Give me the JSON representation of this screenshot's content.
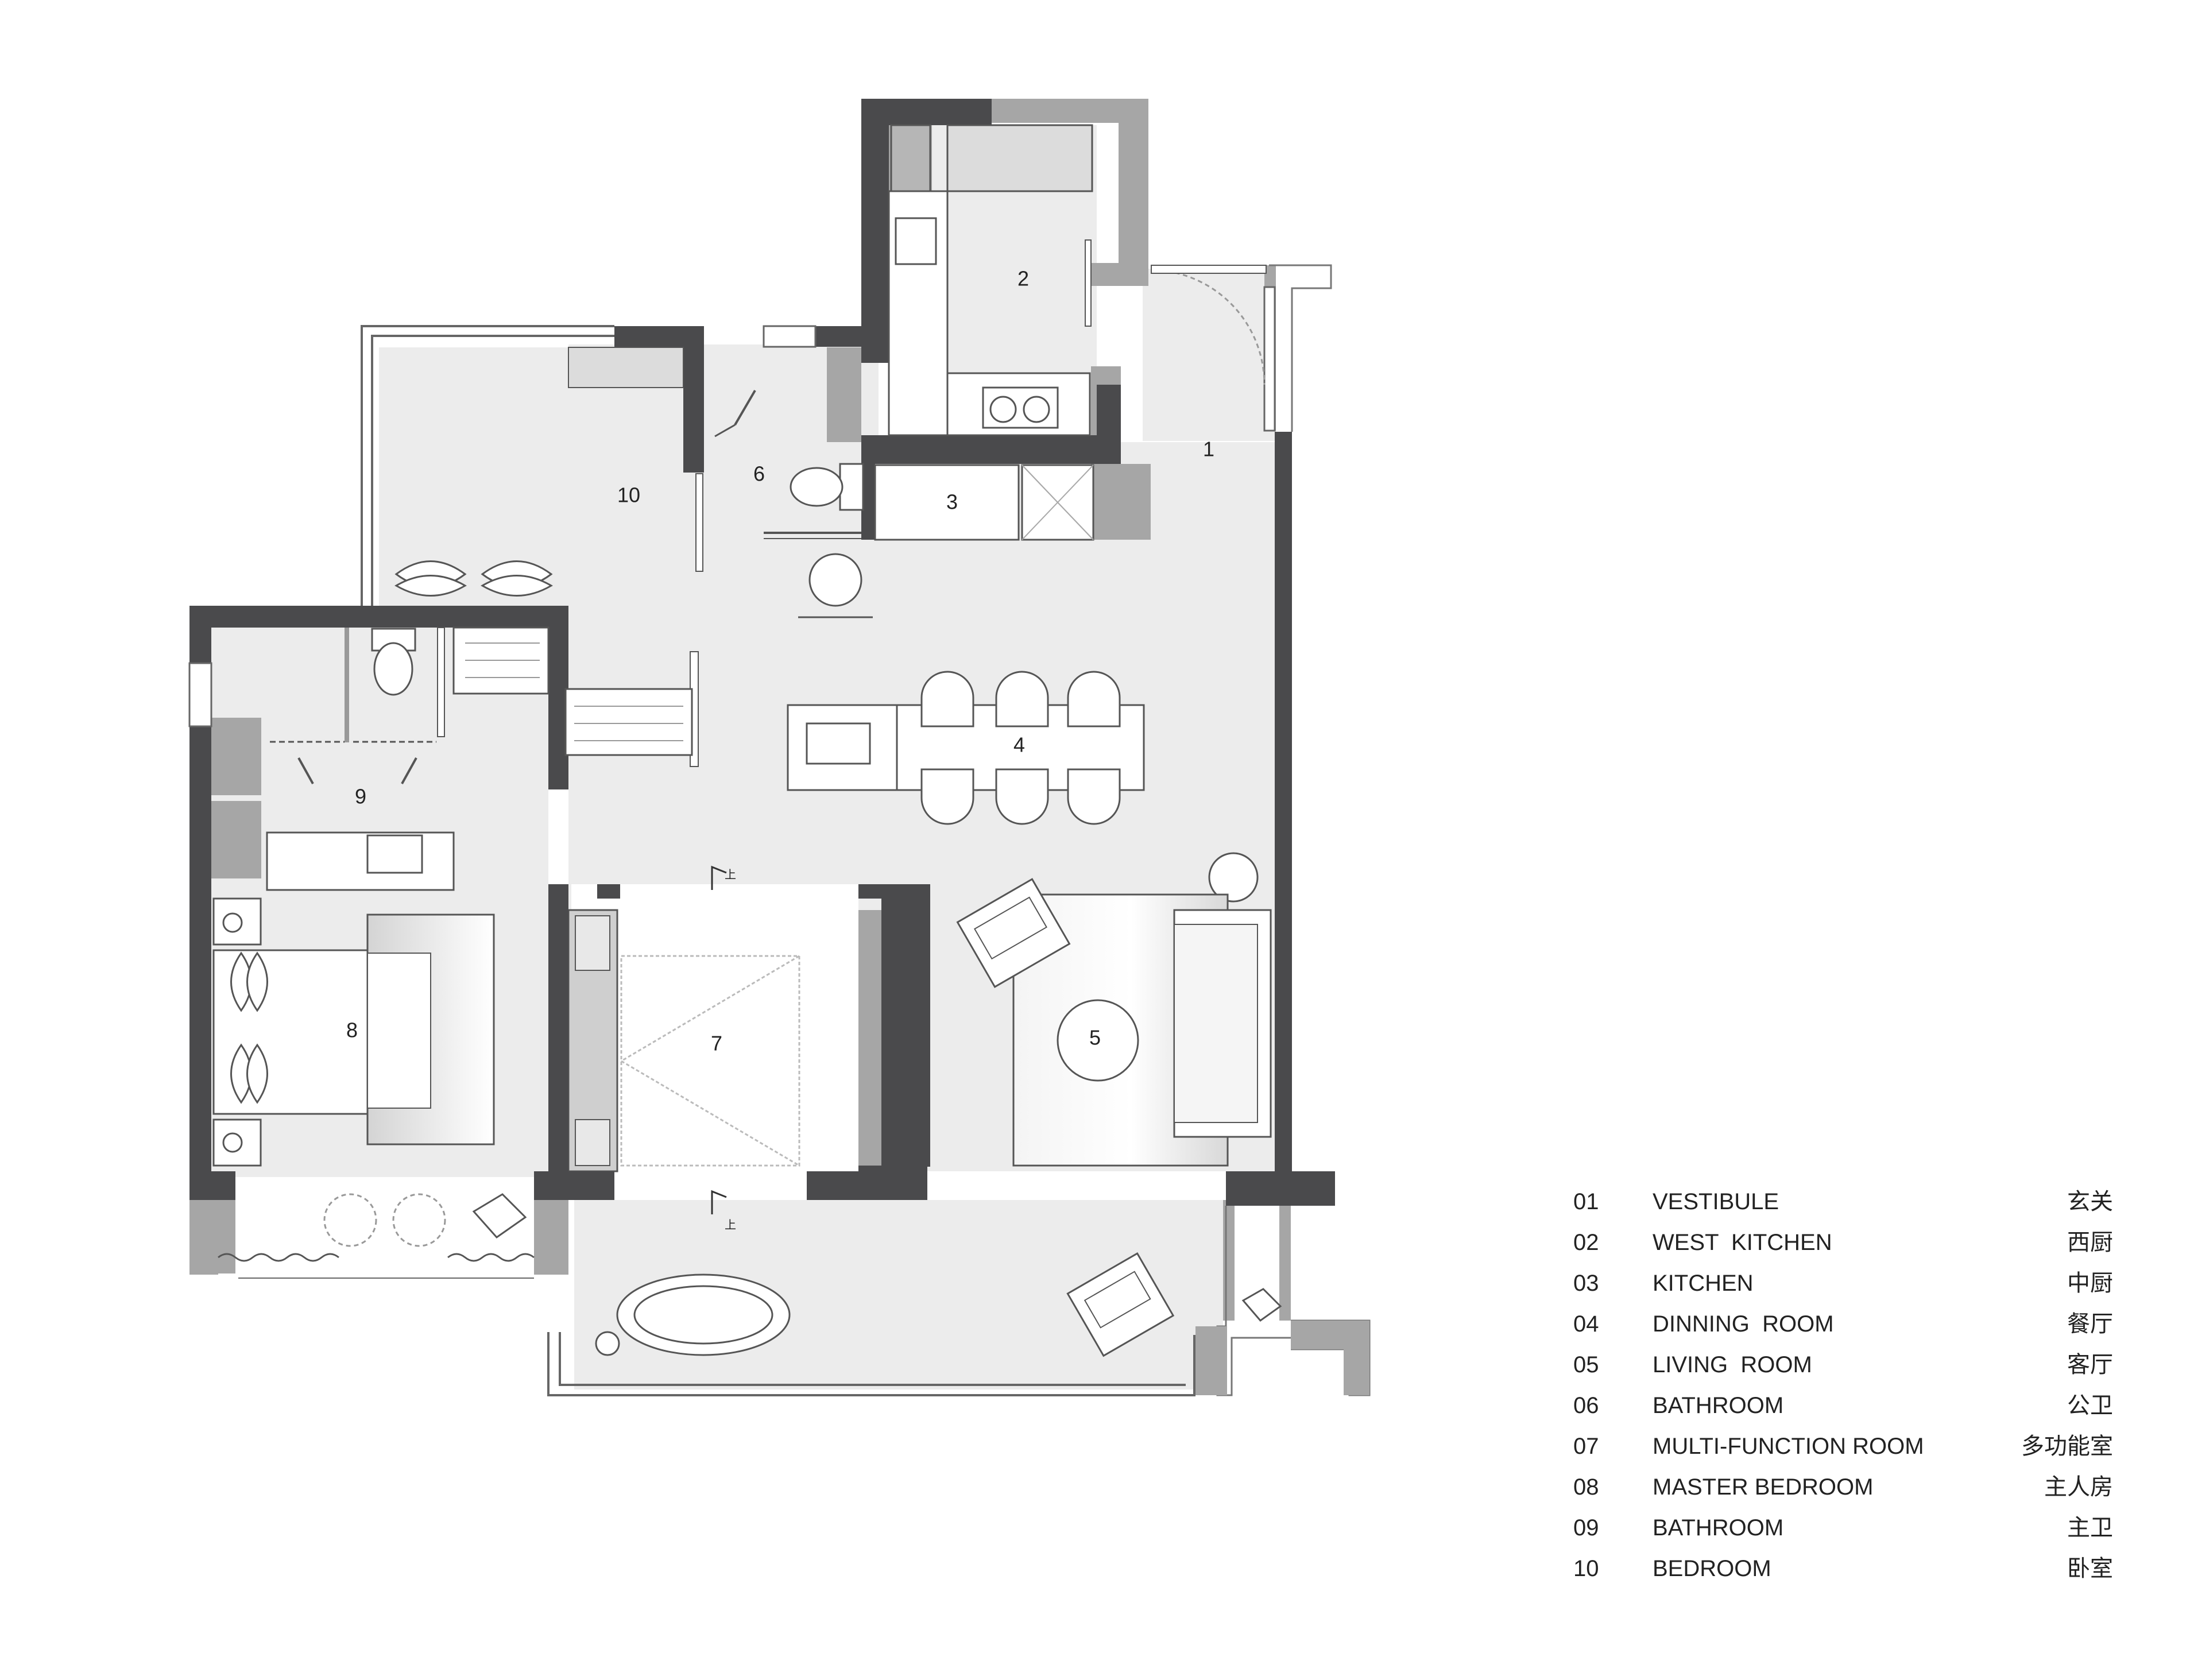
{
  "colors": {
    "wall": "#4a4a4c",
    "partition": "#a6a6a6",
    "floor": "#ececec",
    "furniture": "#ffffff",
    "line": "#555555",
    "text": "#222222"
  },
  "rooms": [
    {
      "label": "1"
    },
    {
      "label": "2"
    },
    {
      "label": "3"
    },
    {
      "label": "4"
    },
    {
      "label": "5"
    },
    {
      "label": "6"
    },
    {
      "label": "7"
    },
    {
      "label": "8"
    },
    {
      "label": "9"
    },
    {
      "label": "10"
    }
  ],
  "marks": {
    "up": "上"
  },
  "legend": [
    {
      "no": "01",
      "en": "VESTIBULE",
      "zh": "玄关"
    },
    {
      "no": "02",
      "en": "WEST  KITCHEN",
      "zh": "西厨"
    },
    {
      "no": "03",
      "en": "KITCHEN",
      "zh": "中厨"
    },
    {
      "no": "04",
      "en": "DINNING  ROOM",
      "zh": "餐厅"
    },
    {
      "no": "05",
      "en": "LIVING  ROOM",
      "zh": "客厅"
    },
    {
      "no": "06",
      "en": "BATHROOM",
      "zh": "公卫"
    },
    {
      "no": "07",
      "en": "MULTI-FUNCTION ROOM",
      "zh": "多功能室"
    },
    {
      "no": "08",
      "en": "MASTER BEDROOM",
      "zh": "主人房"
    },
    {
      "no": "09",
      "en": "BATHROOM",
      "zh": "主卫"
    },
    {
      "no": "10",
      "en": "BEDROOM",
      "zh": "卧室"
    }
  ]
}
